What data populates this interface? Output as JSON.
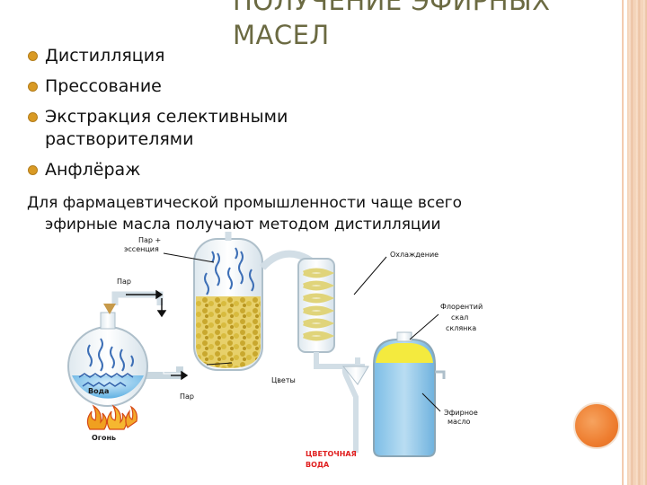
{
  "slide": {
    "title": "ПОЛУЧЕНИЕ ЭФИРНЫХ МАСЕЛ",
    "bullets": [
      "Дистилляция",
      "Прессование",
      "Экстракция селективными растворителями",
      "Анфлёраж"
    ],
    "note_line1": "Для фармацевтической промышленности чаще всего",
    "note_line2": "эфирные масла получают методом дистилляции"
  },
  "diagram": {
    "label_steam_essence_1": "Пар +",
    "label_steam_essence_2": "эссенция",
    "label_steam_top": "Пар",
    "label_cooling": "Охлаждение",
    "label_florentine_1": "Флорентий",
    "label_florentine_2": "скал",
    "label_florentine_3": "склянка",
    "label_water": "Вода",
    "label_steam_bottom": "Пар",
    "label_flowers": "Цветы",
    "label_fire": "Огонь",
    "label_essential_oil_1": "Эфирное",
    "label_essential_oil_2": "масло",
    "label_flower_water_1": "ЦВЕТОЧНАЯ",
    "label_flower_water_2": "ВОДА"
  },
  "colors": {
    "title": "#6b6a42",
    "bullet": "#d99a24",
    "accent_circle": "#ee7d2f",
    "flower_water_label": "#e02020"
  }
}
